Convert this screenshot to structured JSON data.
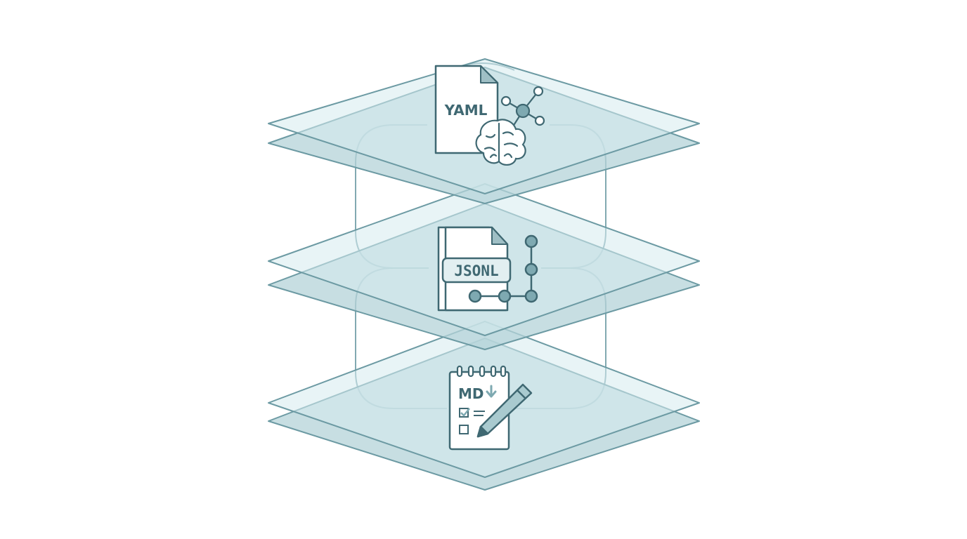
{
  "layers": [
    {
      "label": "YAML",
      "icon": "yaml-file-brain-network-icon"
    },
    {
      "label": "JSONL",
      "icon": "jsonl-file-connected-nodes-icon"
    },
    {
      "label": "MD",
      "icon": "markdown-notepad-pencil-icon"
    }
  ],
  "colors": {
    "stroke": "#6c9aa3",
    "ink": "#3f6872",
    "plane_fill": "#d5ebee",
    "plane_bottom_fill": "#b4d3d8",
    "node_fill": "#7ea9b1"
  }
}
